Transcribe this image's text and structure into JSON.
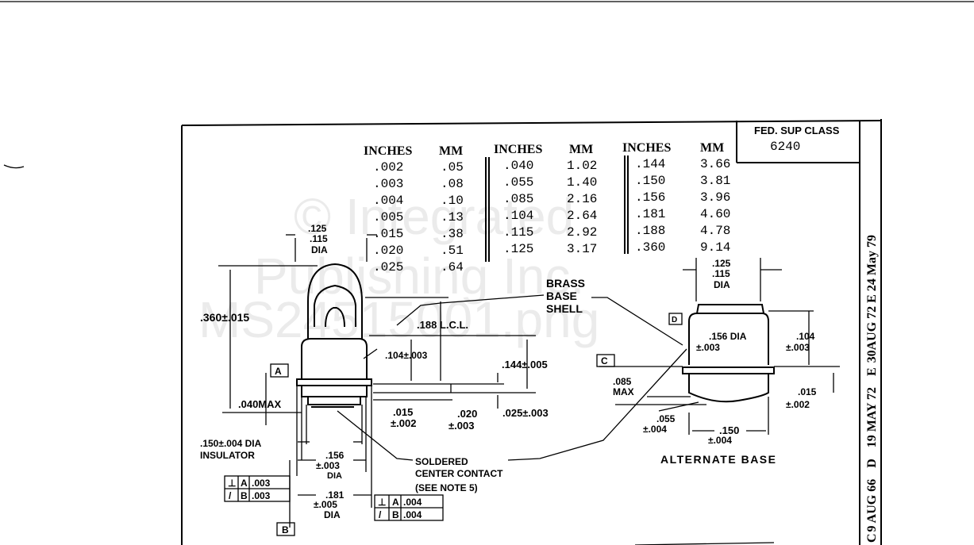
{
  "watermark": {
    "line1": "© Integrated",
    "line2": "Publishing Inc.",
    "line3": "MS24515001.png"
  },
  "title_block": {
    "label": "FED. SUP CLASS",
    "value": "6240"
  },
  "revisions": [
    "C",
    "9 AUG 66",
    "D",
    "19 MAY 72",
    "E",
    "30AUG 72",
    "E",
    "24 May 79"
  ],
  "conversion_table": {
    "headers": [
      "INCHES",
      "MM",
      "INCHES",
      "MM",
      "INCHES",
      "MM"
    ],
    "groups": [
      {
        "rows": [
          [
            ".002",
            ".05"
          ],
          [
            ".003",
            ".08"
          ],
          [
            ".004",
            ".10"
          ],
          [
            ".005",
            ".13"
          ],
          [
            ".015",
            ".38"
          ],
          [
            ".020",
            ".51"
          ],
          [
            ".025",
            ".64"
          ]
        ]
      },
      {
        "rows": [
          [
            ".040",
            "1.02"
          ],
          [
            ".055",
            "1.40"
          ],
          [
            ".085",
            "2.16"
          ],
          [
            ".104",
            "2.64"
          ],
          [
            ".115",
            "2.92"
          ],
          [
            ".125",
            "3.17"
          ]
        ]
      },
      {
        "rows": [
          [
            ".144",
            "3.66"
          ],
          [
            ".150",
            "3.81"
          ],
          [
            ".156",
            "3.96"
          ],
          [
            ".181",
            "4.60"
          ],
          [
            ".188",
            "4.78"
          ],
          [
            ".360",
            "9.14"
          ]
        ]
      }
    ]
  },
  "main_view": {
    "bulb_dia": [
      ".125",
      ".115",
      "DIA"
    ],
    "overall_length": ".360±.015",
    "lcl": ".188 L.C.L.",
    "shell_len": ".104±.003",
    "base_len": ".144±.005",
    "max_040": ".040MAX",
    "flange": [
      ".015",
      "±.002"
    ],
    "d020": [
      ".020",
      "±.003"
    ],
    "d025": ".025±.003",
    "insulator": [
      ".150±.004 DIA",
      "INSULATOR"
    ],
    "d156": [
      ".156",
      "±.003",
      "DIA"
    ],
    "d181": [
      ".181",
      "±.005",
      "DIA"
    ],
    "datum_a": "A",
    "datum_b": "B",
    "fcf_left": [
      [
        "⊥",
        "A",
        ".003"
      ],
      [
        "/",
        "B",
        ".003"
      ]
    ],
    "fcf_right": [
      [
        "⊥",
        "A",
        ".004"
      ],
      [
        "/",
        "B",
        ".004"
      ]
    ],
    "brass_label": [
      "BRASS",
      "BASE",
      "SHELL"
    ],
    "solder_label": [
      "SOLDERED",
      "CENTER CONTACT",
      "(SEE NOTE 5)"
    ]
  },
  "alternate_view": {
    "title": "ALTERNATE BASE",
    "top_dia": [
      ".125",
      ".115",
      "DIA"
    ],
    "d156": [
      ".156 DIA",
      "±.003"
    ],
    "d104": [
      ".104",
      "±.003"
    ],
    "d085": [
      ".085",
      "MAX"
    ],
    "d055": [
      ".055",
      "±.004"
    ],
    "d150": [
      ".150",
      "±.004"
    ],
    "d015": [
      ".015",
      "±.002"
    ],
    "datum_c": "C",
    "datum_d": "D"
  }
}
